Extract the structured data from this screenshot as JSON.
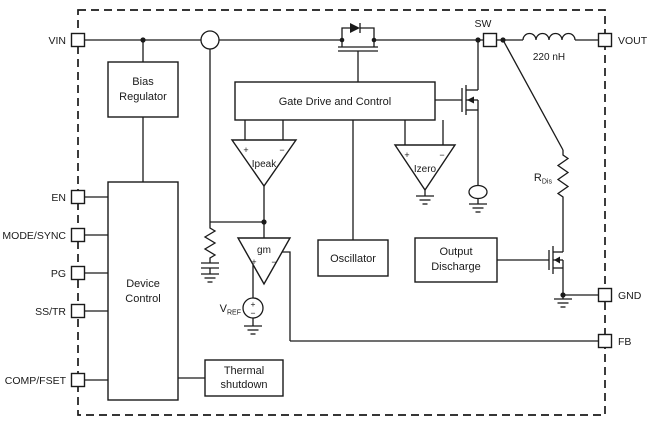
{
  "pins": {
    "left": [
      {
        "label": "VIN"
      },
      {
        "label": "EN"
      },
      {
        "label": "MODE/SYNC"
      },
      {
        "label": "PG"
      },
      {
        "label": "SS/TR"
      },
      {
        "label": "COMP/FSET"
      }
    ],
    "right": [
      {
        "label": "VOUT"
      },
      {
        "label": "GND"
      },
      {
        "label": "FB"
      }
    ],
    "sw": {
      "label": "SW"
    }
  },
  "blocks": {
    "bias": {
      "line1": "Bias",
      "line2": "Regulator"
    },
    "gate_drive": {
      "label": "Gate Drive and Control"
    },
    "device_control": {
      "line1": "Device",
      "line2": "Control"
    },
    "oscillator": {
      "label": "Oscillator"
    },
    "output_discharge": {
      "line1": "Output",
      "line2": "Discharge"
    },
    "thermal": {
      "line1": "Thermal",
      "line2": "shutdown"
    }
  },
  "amps": {
    "ipeak": {
      "label": "Ipeak"
    },
    "izero": {
      "label": "Izero"
    },
    "gm": {
      "label": "gm"
    }
  },
  "signs": {
    "plus": "+",
    "minus": "−"
  },
  "components": {
    "inductor": {
      "label": "220 nH"
    },
    "vref": {
      "main": "V",
      "sub": "REF"
    },
    "rdis": {
      "main": "R",
      "sub": "Dis"
    }
  },
  "colors": {
    "line": "#1a1a1a",
    "background": "#ffffff"
  }
}
